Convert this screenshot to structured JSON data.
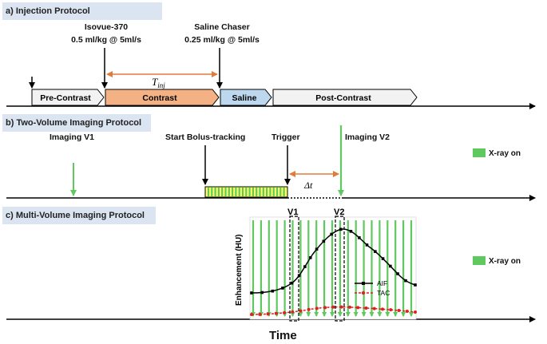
{
  "section_a": {
    "title": "a) Injection Protocol",
    "isovue": {
      "name": "Isovue-370",
      "dose": "0.5 ml/kg @ 5ml/s"
    },
    "saline_chaser": {
      "name": "Saline Chaser",
      "dose": "0.25 ml/kg @ 5ml/s"
    },
    "t_inj_symbol": "T",
    "t_inj_subscript": "inj",
    "phases": [
      "Pre-Contrast",
      "Contrast",
      "Saline",
      "Post-Contrast"
    ]
  },
  "section_b": {
    "title": "b) Two-Volume Imaging Protocol",
    "imaging_v1": "Imaging V1",
    "start_bolus": "Start Bolus-tracking",
    "trigger": "Trigger",
    "imaging_v2": "Imaging V2",
    "delta_t": "Δt",
    "legend": "X-ray on"
  },
  "section_c": {
    "title": "c) Multi-Volume Imaging Protocol",
    "v1_label": "V1",
    "v2_label": "V2",
    "ylabel": "Enhancement (HU)",
    "series": [
      "AIF",
      "TAC"
    ],
    "legend": "X-ray on",
    "xlabel": "Time"
  },
  "colors": {
    "header_bg": "#dbe5f1",
    "contrast_fill": "#f4b183",
    "saline_fill": "#bdd7ee",
    "phase_fill": "#f2f2f2",
    "xray_green": "#5fc95f",
    "arrow_orange": "#e07b39",
    "tac_red": "#e02020",
    "bolus_yellow": "#ffff66"
  }
}
